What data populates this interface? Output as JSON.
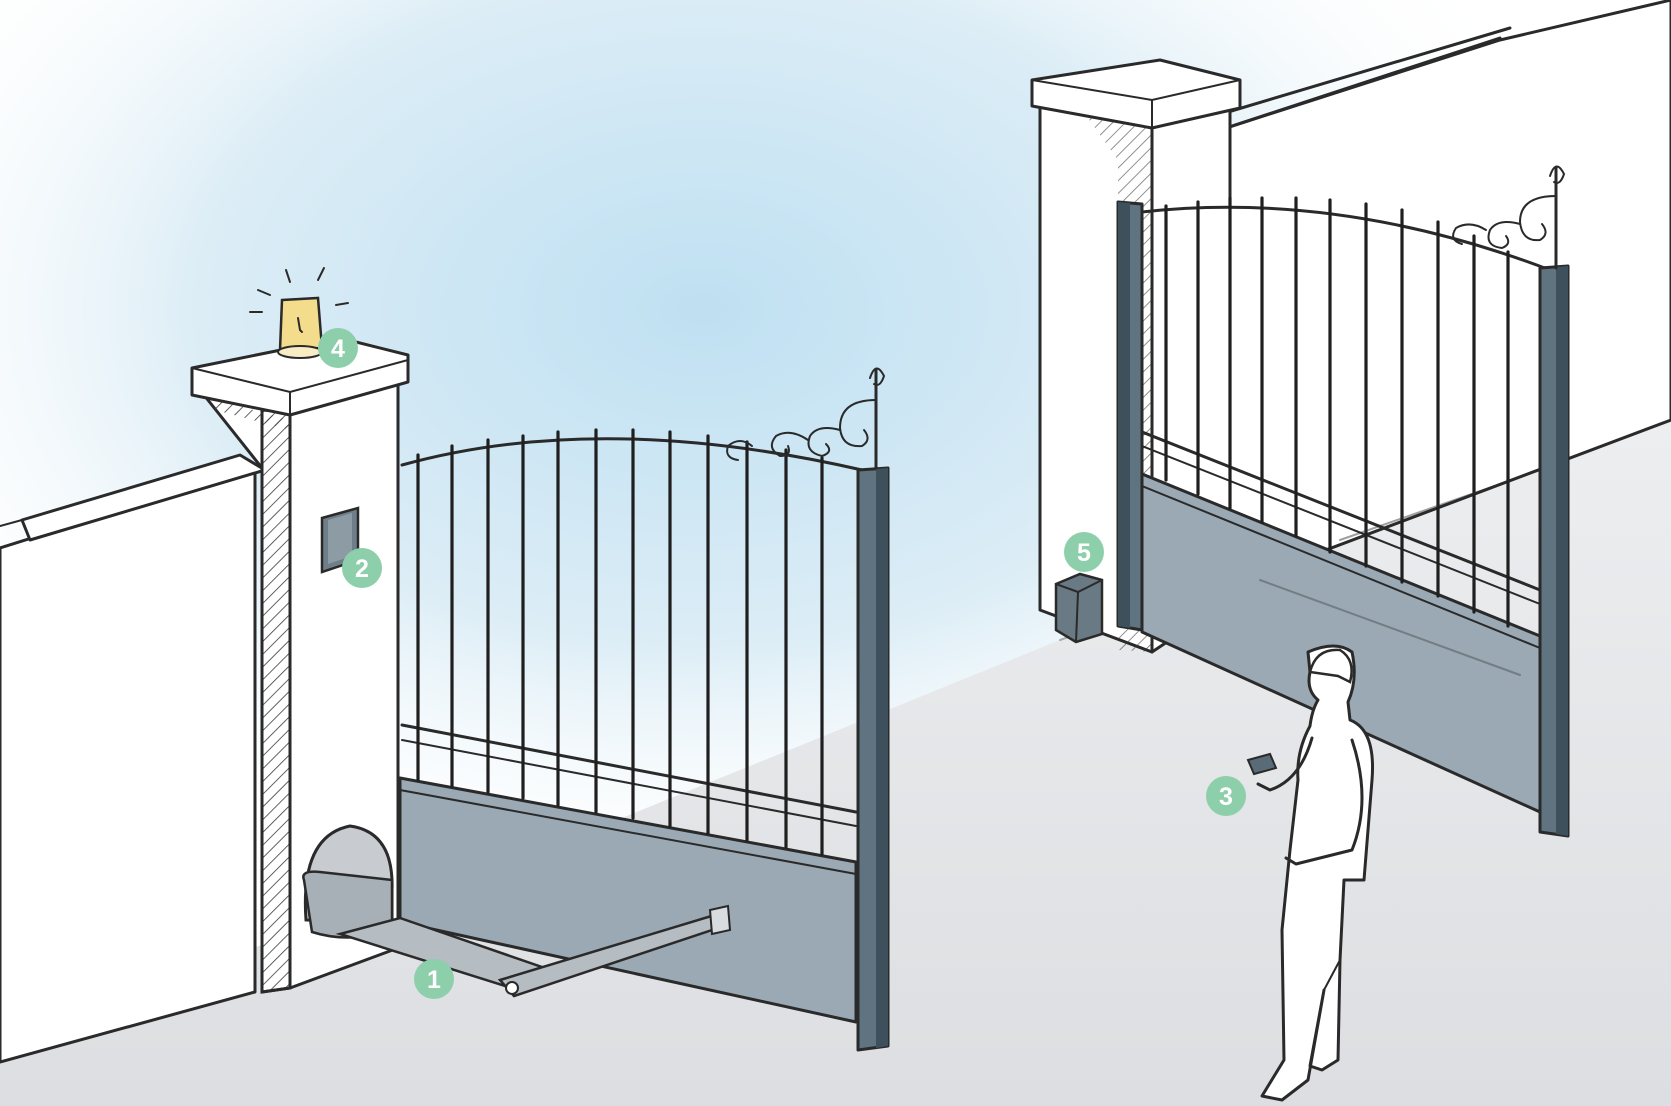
{
  "markers": [
    {
      "id": "1",
      "label": "1",
      "component": "swing-gate-arm-motor"
    },
    {
      "id": "2",
      "label": "2",
      "component": "wall-keypad"
    },
    {
      "id": "3",
      "label": "3",
      "component": "handheld-remote"
    },
    {
      "id": "4",
      "label": "4",
      "component": "flashing-warning-light"
    },
    {
      "id": "5",
      "label": "5",
      "component": "control-box"
    }
  ],
  "colors": {
    "sky": "#bfe0f2",
    "ground": "#dfe1e4",
    "gate_panel": "#9aa9b3",
    "gate_post": "#5f7380",
    "marker": "#8ccfaa",
    "lamp": "#f3dc8c",
    "ink": "#2a2a2a"
  }
}
